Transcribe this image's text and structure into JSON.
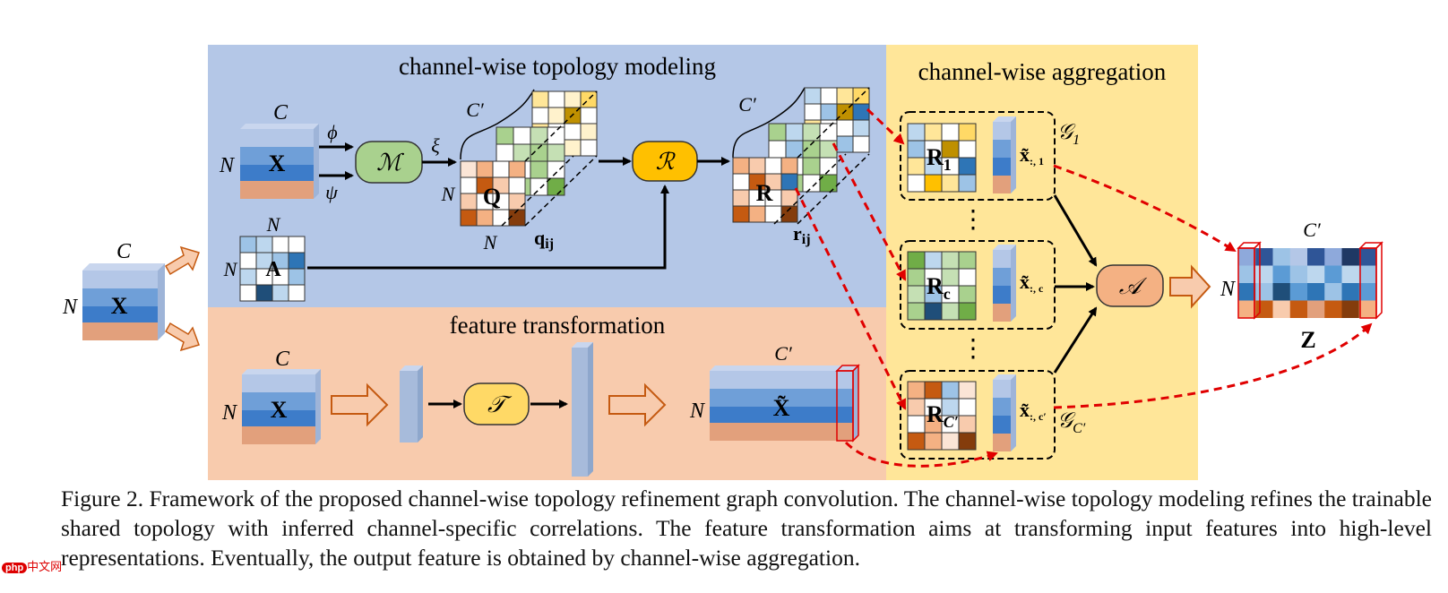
{
  "panels": {
    "topology": "channel-wise topology modeling",
    "aggregation": "channel-wise  aggregation",
    "transformation": "feature transformation"
  },
  "labels": {
    "C": "C",
    "N": "N",
    "C_prime": "C′",
    "X": "X",
    "X_tilde": "X̃",
    "A": "A",
    "Q": "Q",
    "R": "R",
    "q_ij": "q",
    "q_sub": "ij",
    "r_ij": "r",
    "r_sub": "ij",
    "phi": "ϕ",
    "psi": "ψ",
    "xi": "ξ",
    "M": "ℳ",
    "Rcal": "ℛ",
    "T": "𝒯",
    "Acal": "𝒜",
    "Z": "Z",
    "R1": "R",
    "R1_sub": "1",
    "Rc": "R",
    "Rc_sub": "c",
    "Rcp": "R",
    "Rcp_sub": "C′",
    "x1": "x̃",
    "x1_sub": ":, 1",
    "xc": "x̃",
    "xc_sub": ":, c",
    "xcp": "x̃",
    "xcp_sub": ":, c′",
    "G1": "𝒢",
    "G1_sub": "1",
    "Gcp": "𝒢",
    "Gcp_sub": "C′",
    "dots": "⋮"
  },
  "caption": "Figure 2. Framework of the proposed channel-wise topology refinement graph convolution. The channel-wise topology modeling refines the trainable shared topology with inferred channel-specific correlations. The feature transformation aims at transforming input features into high-level representations. Eventually, the output feature is obtained by channel-wise aggregation.",
  "watermark": {
    "badge": "php",
    "text": "中文网"
  },
  "colors": {
    "topology_bg": "#b4c7e7",
    "transform_bg": "#f8cbad",
    "aggregation_bg": "#ffe699",
    "module_green": "#a9d18e",
    "module_yellow": "#ffc000",
    "module_orange": "#f4b183",
    "dashed_red": "#e00000"
  }
}
